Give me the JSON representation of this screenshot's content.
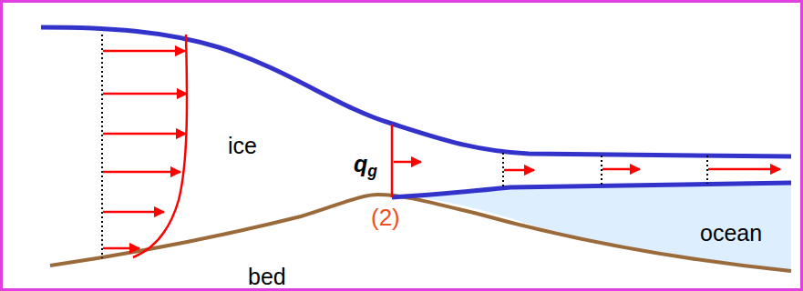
{
  "diagram": {
    "labels": [
      "ice",
      "qg",
      "(2)",
      "ocean",
      "bed"
    ]
  }
}
